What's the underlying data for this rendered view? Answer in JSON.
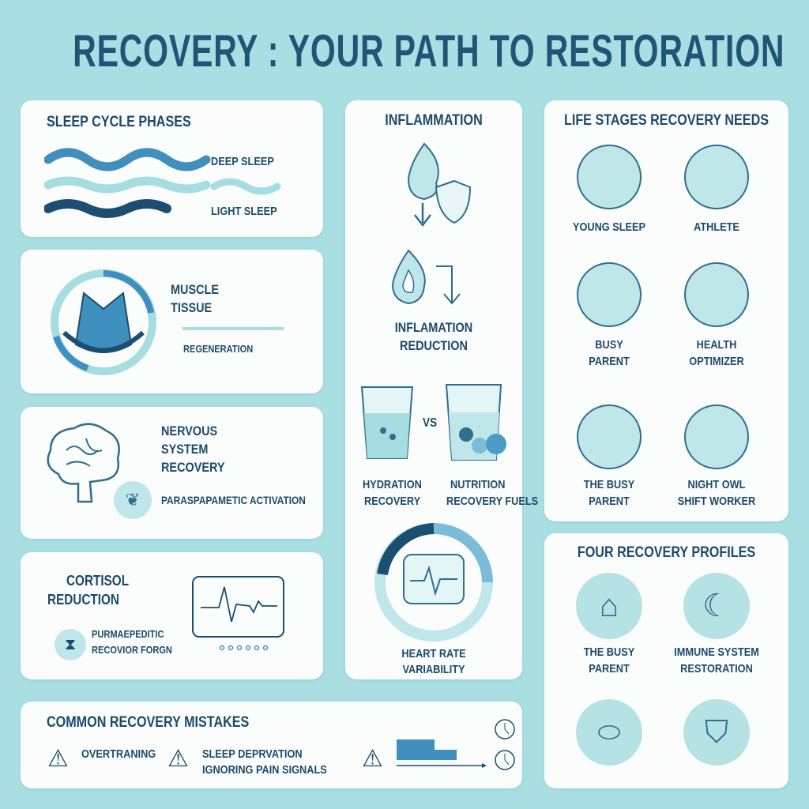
{
  "title": "RECOVERY : YOUR PATH TO RESTORATION",
  "sleep": {
    "heading": "SLEEP CYCLE PHASES",
    "deep": "DEEP SLEEP",
    "light": "LIGHT SLEEP"
  },
  "muscle": {
    "line1": "MUSCLE",
    "line2": "TISSUE",
    "sub": "REGENERATION"
  },
  "nervous": {
    "line1": "NERVOUS",
    "line2": "SYSTEM",
    "line3": "RECOVERY",
    "sub": "PARASPAPAMETIC ACTIVATION"
  },
  "cortisol": {
    "line1": "CORTISOL",
    "line2": "REDUCTION",
    "sub1": "PURMAEPEDITIC",
    "sub2": "RECOVIOR FORGN"
  },
  "mistakes": {
    "heading": "COMMON RECOVERY MISTAKES",
    "item1": "OVERTRANING",
    "item2a": "SLEEP DEPRVATION",
    "item2b": "IGNORING PAIN SIGNALS"
  },
  "inflammation": {
    "heading": "INFLAMMATION",
    "sub1": "INFLAMATION",
    "sub2": "REDUCTION",
    "vs": "VS",
    "hyd1": "HYDRATION",
    "hyd2": "RECOVERY",
    "nut1": "NUTRITION",
    "nut2": "RECOVERY FUELS",
    "hrv1": "HEART RATE",
    "hrv2": "VARIABILITY"
  },
  "life": {
    "heading": "LIFE STAGES RECOVERY NEEDS",
    "items": [
      {
        "l1": "YOUNG SLEEP",
        "l2": ""
      },
      {
        "l1": "ATHLETE",
        "l2": ""
      },
      {
        "l1": "BUSY",
        "l2": "PARENT"
      },
      {
        "l1": "HEALTH",
        "l2": "OPTIMIZER"
      },
      {
        "l1": "THE BUSY",
        "l2": "PARENT"
      },
      {
        "l1": "NIGHT OWL",
        "l2": "SHIFT WORKER"
      }
    ]
  },
  "profiles": {
    "heading": "FOUR RECOVERY PROFILES",
    "items": [
      {
        "l1": "THE BUSY",
        "l2": "PARENT"
      },
      {
        "l1": "IMMUNE SYSTEM",
        "l2": "RESTORATION"
      }
    ]
  },
  "colors": {
    "bg": "#a9dfe2",
    "navy": "#1d4a68",
    "accent": "#4a9cc4"
  }
}
